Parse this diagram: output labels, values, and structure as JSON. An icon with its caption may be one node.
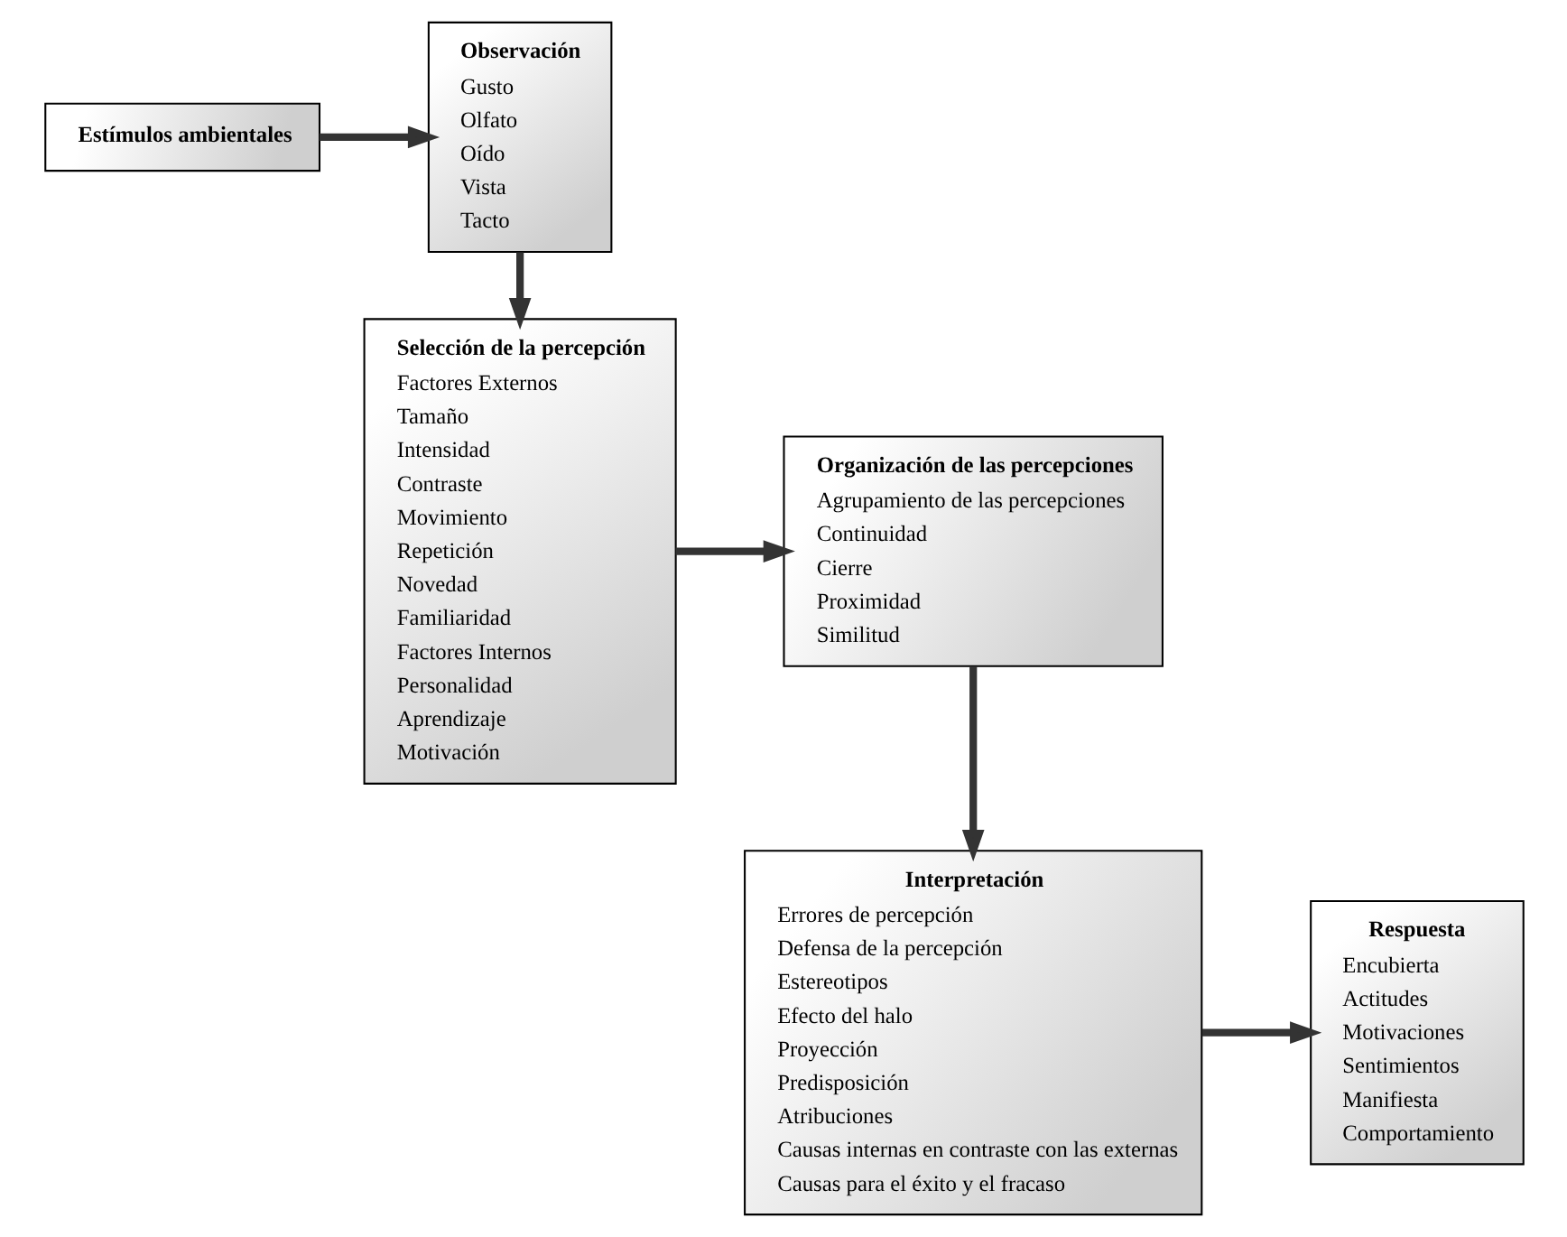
{
  "diagram": {
    "nodes": [
      {
        "text": [
          "Estímulos ambientales"
        ]
      },
      {
        "text": [
          "Observación",
          "Gusto",
          "Olfato",
          "Oído",
          "Vista",
          "Tacto"
        ]
      },
      {
        "text": [
          "Selección de la percepción",
          "Factores Externos",
          "Tamaño",
          "Intensidad",
          "Contraste",
          "Movimiento",
          "Repetición",
          "Novedad",
          "Familiaridad",
          "Factores Internos",
          "Personalidad",
          "Aprendizaje",
          "Motivación"
        ]
      },
      {
        "text": [
          "Organización de las percepciones",
          "Agrupamiento de las percepciones",
          "Continuidad",
          "Cierre",
          "Proximidad",
          "Similitud"
        ]
      },
      {
        "text": [
          "Interpretación",
          "Errores de percepción",
          "Defensa de la percepción",
          "Estereotipos",
          "Efecto del halo",
          "Proyección",
          "Predisposición",
          "Atribuciones",
          "Causas internas en contraste con las externas",
          "Causas para el éxito y el fracaso"
        ]
      },
      {
        "text": [
          "Respuesta",
          "Encubierta",
          "Actitudes",
          "Motivaciones",
          "Sentimientos",
          "Manifiesta",
          "Comportamiento"
        ]
      }
    ],
    "edges": [
      {
        "from": 0,
        "to": 1,
        "arrow": "to"
      },
      {
        "from": 1,
        "to": 2,
        "arrow": "to"
      },
      {
        "from": 2,
        "to": 3,
        "arrow": "to"
      },
      {
        "from": 3,
        "to": 4,
        "arrow": "to"
      },
      {
        "from": 4,
        "to": 5,
        "arrow": "to"
      }
    ]
  }
}
